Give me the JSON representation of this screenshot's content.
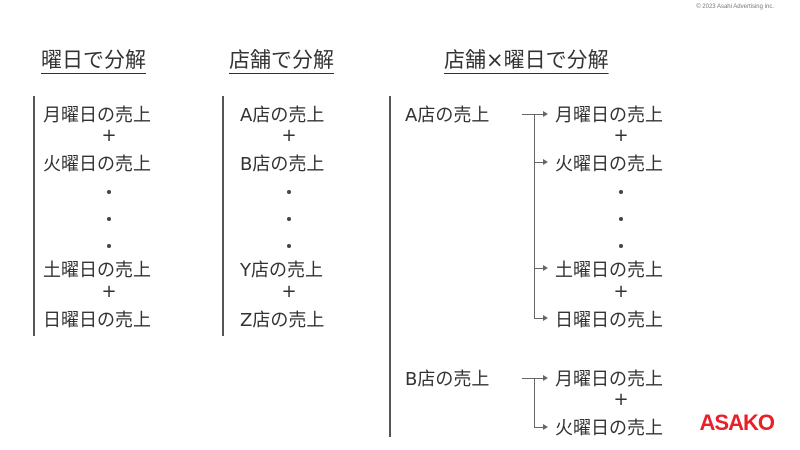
{
  "copyright": "© 2023 Asahi Advertising inc.",
  "logo": "ASAKO",
  "columns": [
    {
      "title": "曜日で分解",
      "items": [
        "月曜日の売上",
        "火曜日の売上",
        "土曜日の売上",
        "日曜日の売上"
      ]
    },
    {
      "title": "店舗で分解",
      "items": [
        "A店の売上",
        "B店の売上",
        "Y店の売上",
        "Z店の売上"
      ]
    },
    {
      "title": "店舗×曜日で分解",
      "groups": [
        {
          "store": "A店の売上",
          "items": [
            "月曜日の売上",
            "火曜日の売上",
            "土曜日の売上",
            "日曜日の売上"
          ]
        },
        {
          "store": "B店の売上",
          "items": [
            "月曜日の売上",
            "火曜日の売上"
          ]
        }
      ]
    }
  ],
  "plus_sign": "+"
}
